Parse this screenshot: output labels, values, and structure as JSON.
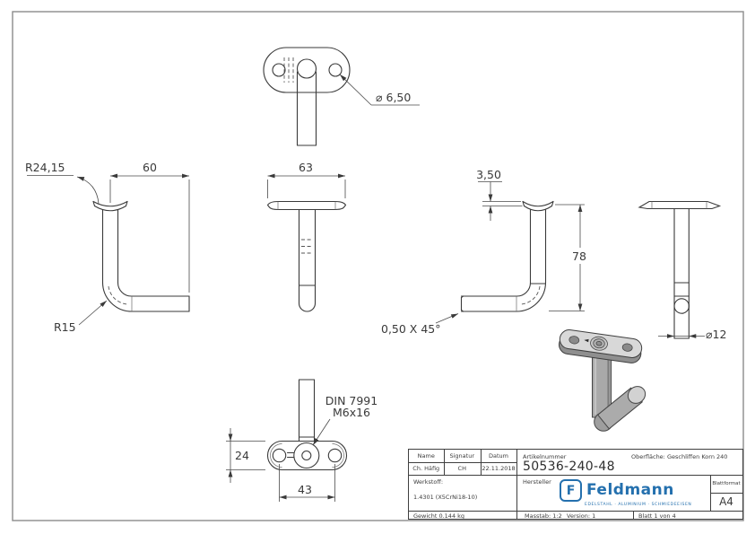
{
  "page": {
    "background": "#ffffff",
    "frame_color": "#8c8c8c"
  },
  "drawing": {
    "line_color": "#3a3a3a",
    "labels": {
      "hole_diameter": "⌀ 6,50",
      "saddle_radius": "R24,15",
      "arm_length": "60",
      "saddle_width": "63",
      "bend_radius": "R15",
      "saddle_thickness": "3,50",
      "overall_height": "78",
      "chamfer": "0,50 X 45°",
      "tube_diameter": "⌀12",
      "screw_standard": "DIN 7991",
      "screw_size": "M6x16",
      "plate_depth": "24",
      "hole_spacing": "43"
    }
  },
  "title_block": {
    "name_label": "Name",
    "signature_label": "Signatur",
    "date_label": "Datum",
    "name_value": "Ch. Häfig",
    "signature_value": "CH",
    "date_value": "22.11.2018",
    "article_label": "Artikelnummer",
    "article_number": "50536-240-48",
    "surface_label": "Oberfläche:",
    "surface_value": "Geschliffen Korn 240",
    "material_label": "Werkstoff:",
    "material_value": "1.4301 (X5CrNi18-10)",
    "manufacturer_label": "Hersteller",
    "weight": "Gewicht 0.144 kg",
    "scale": "Masstab: 1:2",
    "version": "Version: 1",
    "sheet": "Blatt 1 von 4",
    "format_label": "Blattformat",
    "format_value": "A4",
    "logo_text": "Feldmann",
    "logo_tagline": "EDELSTAHL · ALUMINIUM · SCHMIEDEEISEN",
    "logo_color": "#2470ae"
  }
}
